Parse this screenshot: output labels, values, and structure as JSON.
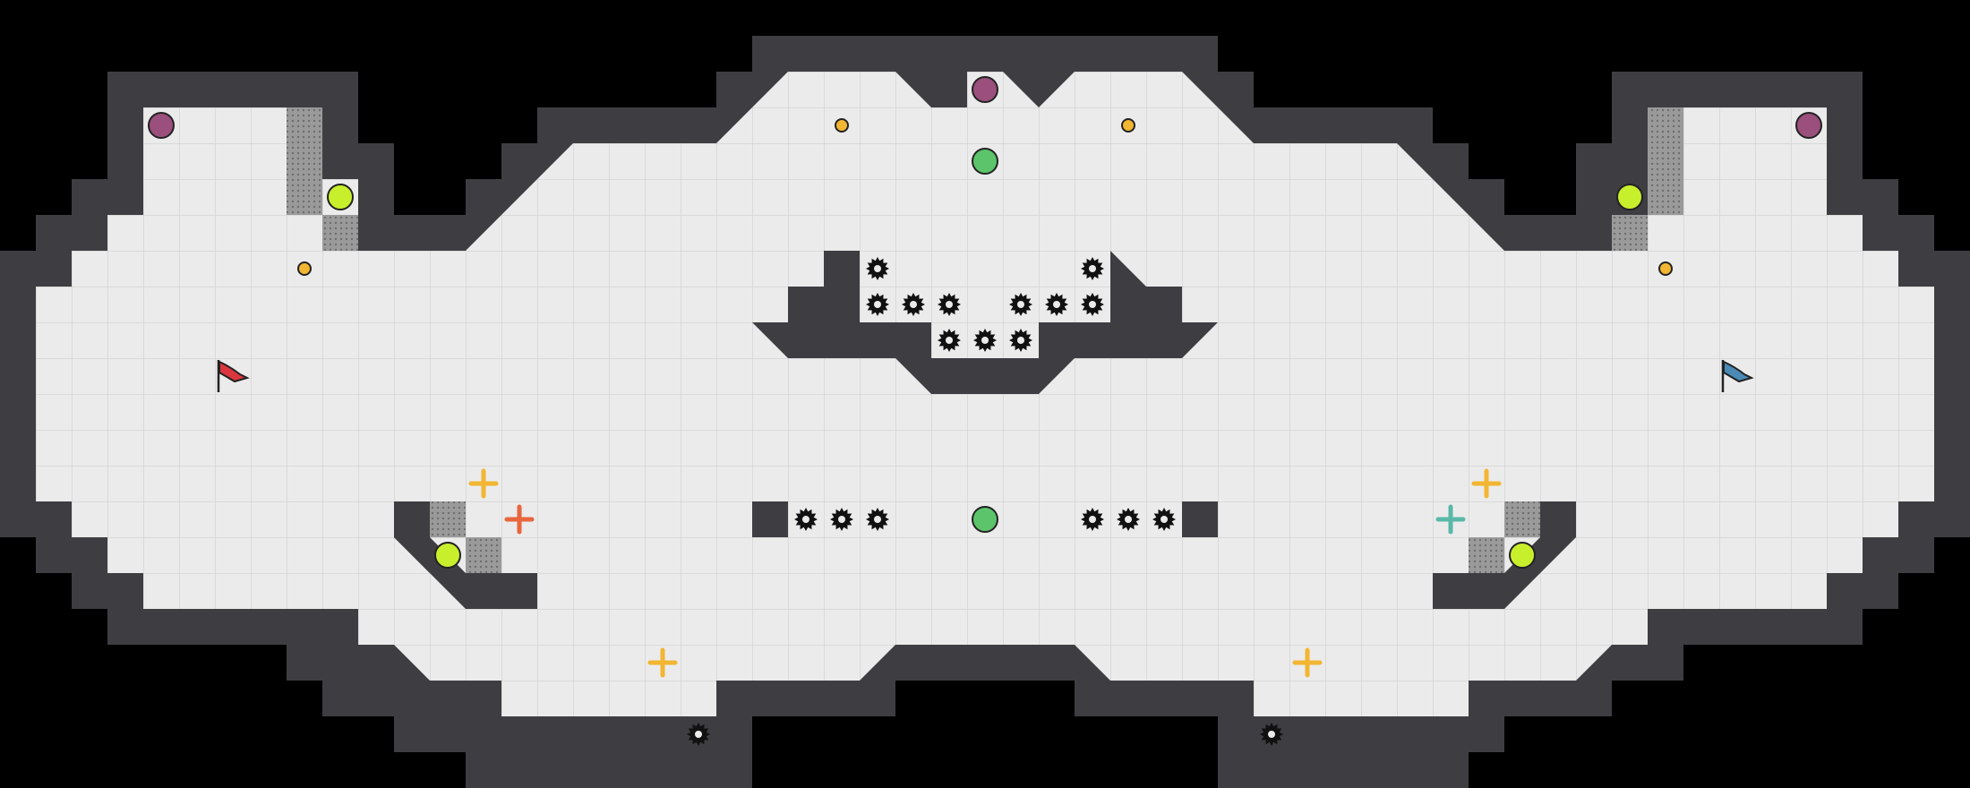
{
  "game": {
    "type": "capture-the-flag arena",
    "icons": {
      "spike": "spike-mine-icon",
      "bomb": "purple-bomb-icon",
      "boost": "lime-boost-pad-icon",
      "gate": "green-gate-toggle-icon",
      "powerup": "yellow-powerup-icon",
      "red_flag": "red-flag-icon",
      "blue_flag": "blue-flag-icon",
      "button": "yellow-button-icon",
      "portal_red": "red-portal-arrows-icon",
      "portal_blue": "teal-portal-arrows-icon",
      "speed_tile": "speed-tile-icon",
      "tile": "floor-tile",
      "wall": "wall-block"
    },
    "colors": {
      "background": "#000000",
      "wall": "#3e3e42",
      "wall_edge": "#525256",
      "floor": "#ebebeb",
      "grid": "#d6d6d6",
      "red_team": "#d9363e",
      "blue_team": "#4a8ab5",
      "bomb": "#9b4f7c",
      "boost": "#c8ef2c",
      "gate": "#5cc46b",
      "powerup": "#f2b632",
      "portal_red": "#e8663c",
      "portal_blue": "#5ab8a8",
      "speed_tile": "#8c8c8c"
    }
  }
}
